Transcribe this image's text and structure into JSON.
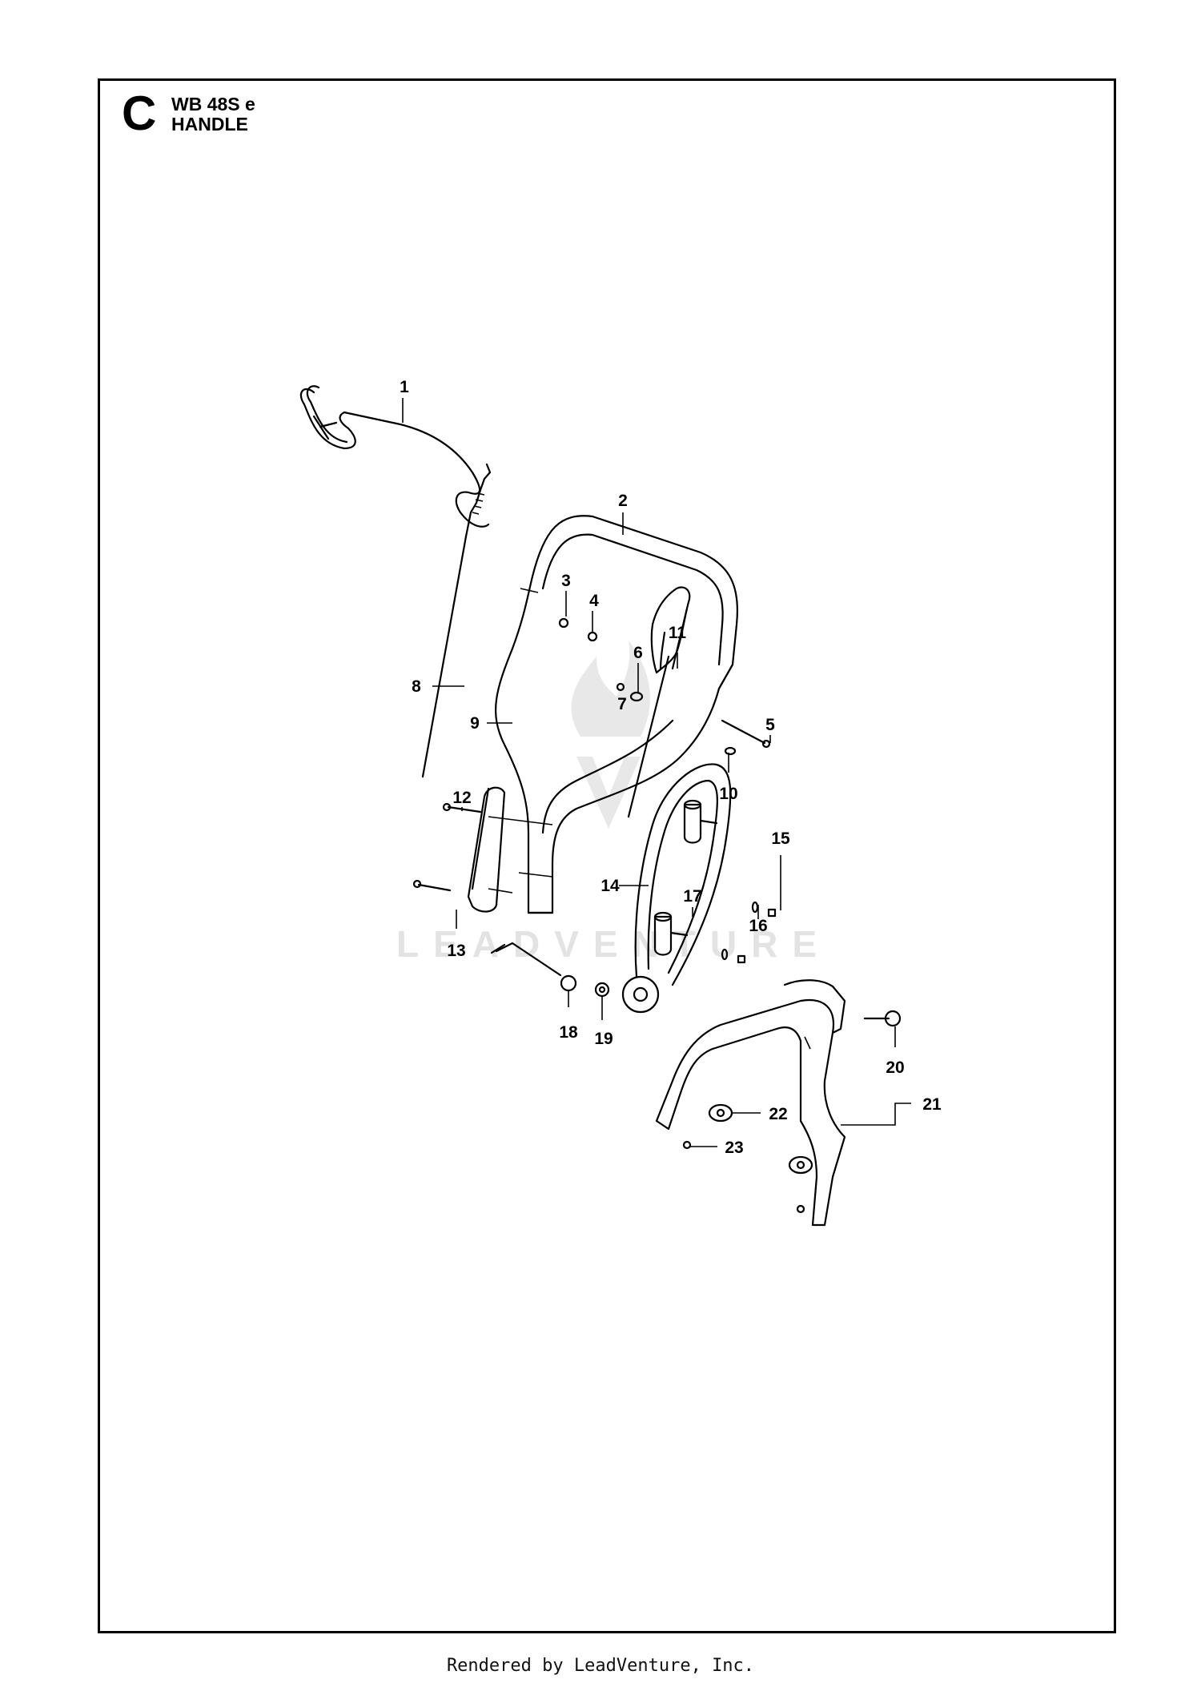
{
  "header": {
    "section_letter": "C",
    "model": "WB 48S e",
    "title": "HANDLE"
  },
  "watermark": {
    "text": "LEADVENTURE"
  },
  "parts": [
    {
      "number": "1",
      "icon": "control-bail-wire-icon"
    },
    {
      "number": "2",
      "icon": "upper-handle-icon"
    },
    {
      "number": "3",
      "icon": "nut-icon"
    },
    {
      "number": "4",
      "icon": "washer-icon"
    },
    {
      "number": "5",
      "icon": "bolt-icon"
    },
    {
      "number": "6",
      "icon": "washer-icon"
    },
    {
      "number": "7",
      "icon": "nut-icon"
    },
    {
      "number": "8",
      "icon": "control-cable-icon"
    },
    {
      "number": "9",
      "icon": "handle-frame-icon"
    },
    {
      "number": "10",
      "icon": "washer-icon"
    },
    {
      "number": "11",
      "icon": "lever-bracket-icon"
    },
    {
      "number": "12",
      "icon": "screw-icon"
    },
    {
      "number": "13",
      "icon": "cover-plate-icon"
    },
    {
      "number": "14",
      "icon": "lower-handle-loop-icon"
    },
    {
      "number": "15",
      "icon": "nut-icon"
    },
    {
      "number": "16",
      "icon": "washer-icon"
    },
    {
      "number": "17",
      "icon": "rubber-damper-icon"
    },
    {
      "number": "18",
      "icon": "knob-nut-icon"
    },
    {
      "number": "19",
      "icon": "washer-icon"
    },
    {
      "number": "20",
      "icon": "bolt-icon"
    },
    {
      "number": "21",
      "icon": "handle-base-icon"
    },
    {
      "number": "22",
      "icon": "flange-nut-icon"
    },
    {
      "number": "23",
      "icon": "washer-icon"
    }
  ],
  "footer": {
    "text": "Rendered by LeadVenture, Inc."
  }
}
